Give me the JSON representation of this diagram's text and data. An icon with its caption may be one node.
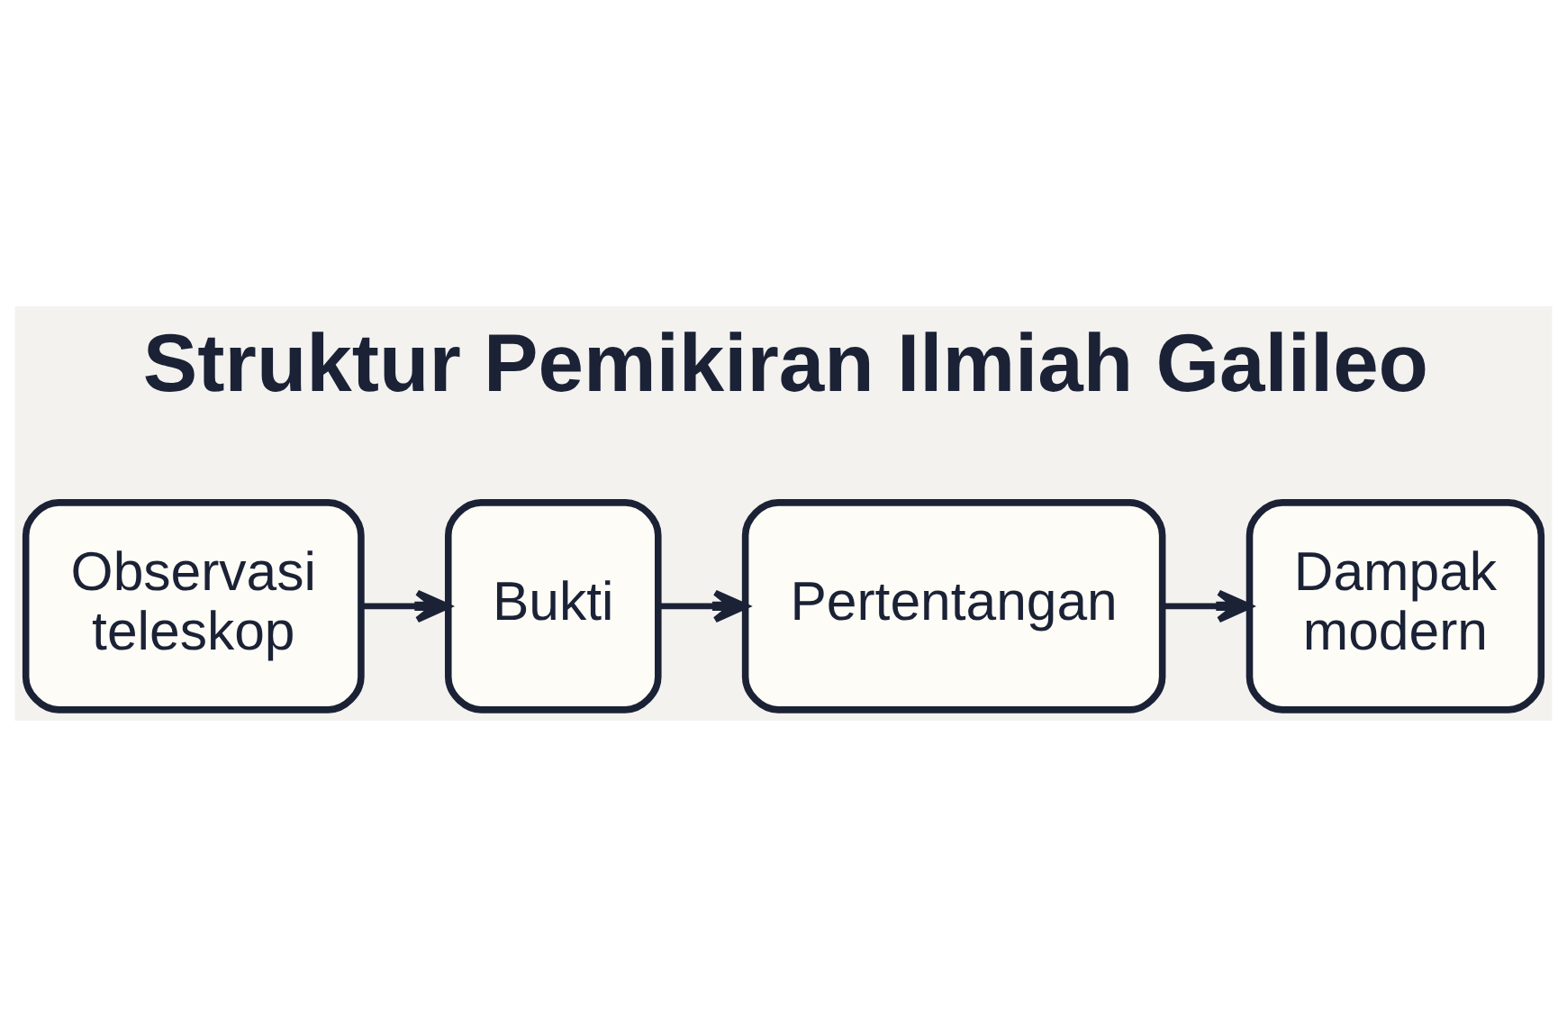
{
  "diagram": {
    "title": "Struktur Pemikiran Ilmiah Galileo",
    "nodes": [
      {
        "text": [
          "Observasi teleskop"
        ]
      },
      {
        "text": [
          "Bukti"
        ]
      },
      {
        "text": [
          "Pertentangan"
        ]
      },
      {
        "text": [
          "Dampak modern"
        ]
      }
    ],
    "edges": [
      {
        "from": 0,
        "to": 1,
        "arrow": "to"
      },
      {
        "from": 1,
        "to": 2,
        "arrow": "to"
      },
      {
        "from": 2,
        "to": 3,
        "arrow": "to"
      }
    ]
  }
}
